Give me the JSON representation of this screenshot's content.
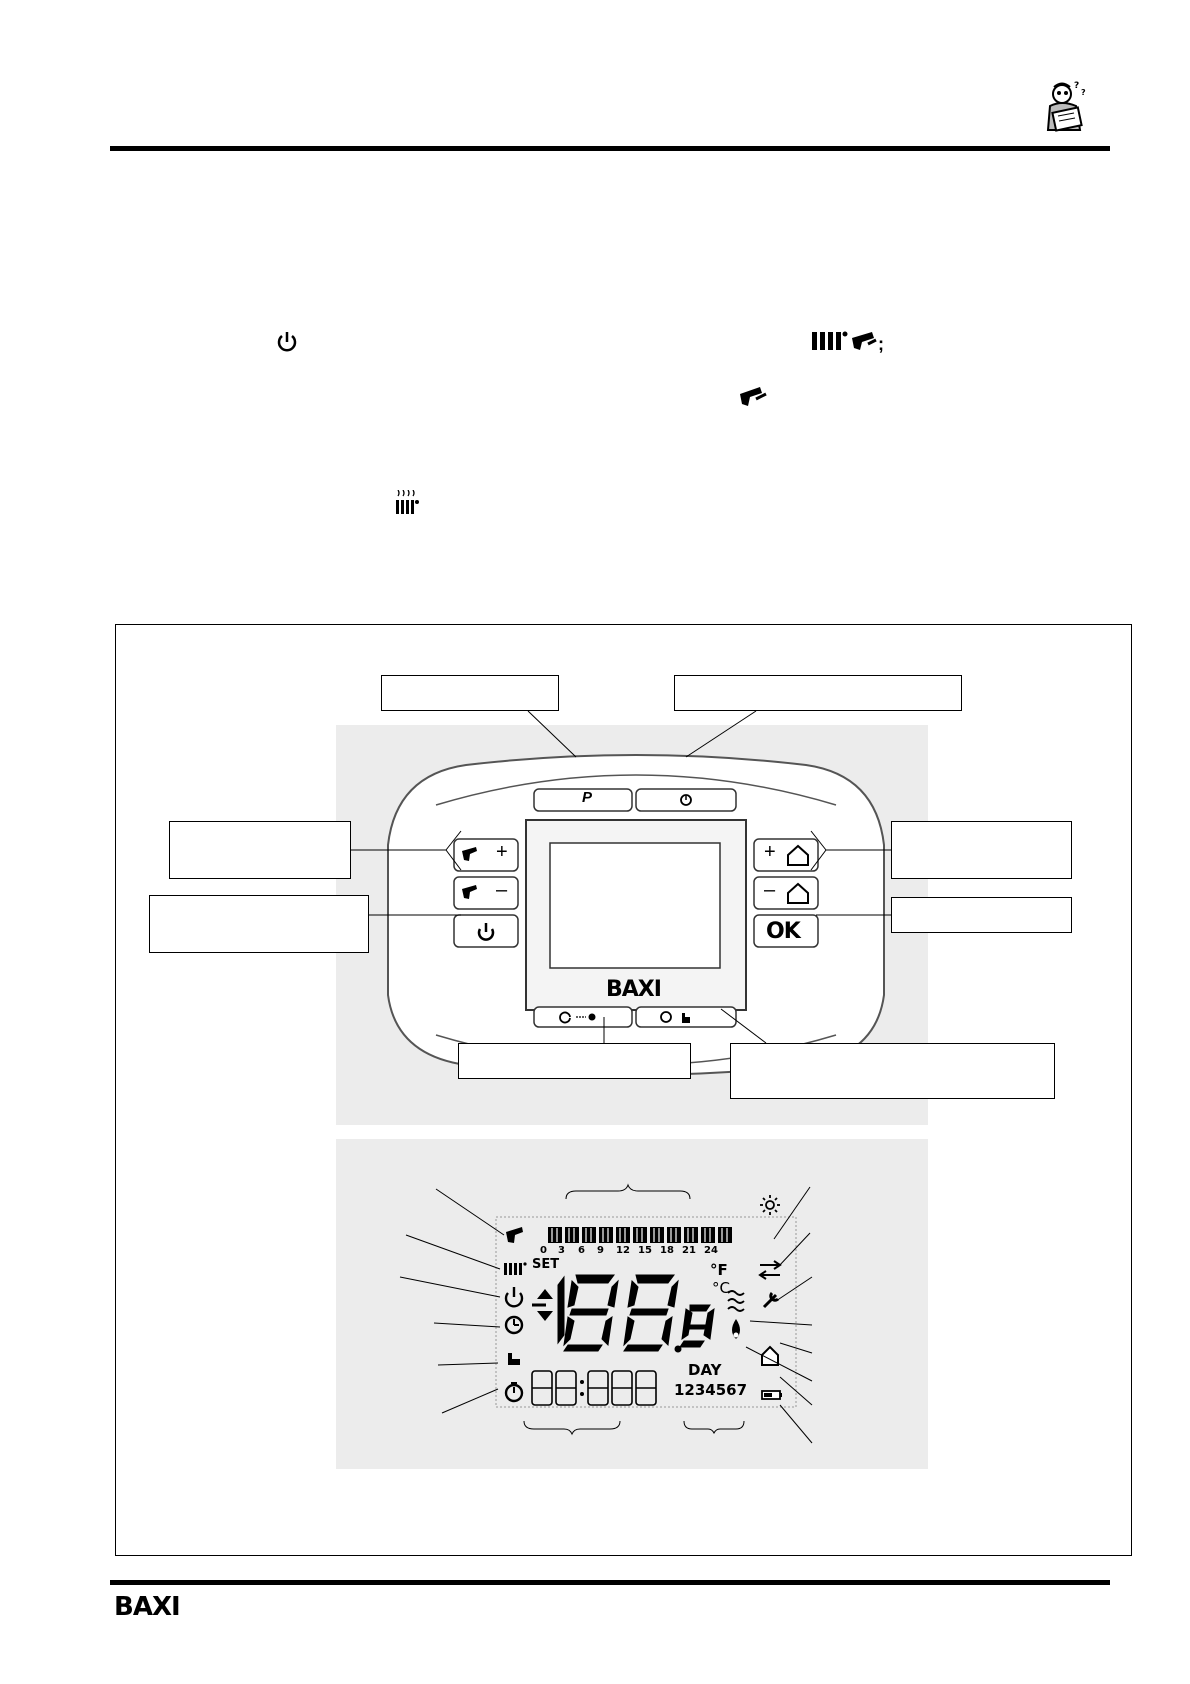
{
  "header": {
    "mascot_icon": "reading-man-mascot-icon"
  },
  "body_icons": {
    "standby_icon": "power-icon",
    "heating_dhw_icon": "radiator-and-tap-icon",
    "dhw_icon": "tap-icon",
    "heating_icon": "radiator-icon",
    "semicolon": ";"
  },
  "figure": {
    "panel": {
      "brand": "BAXI",
      "buttons": {
        "info_p": "P",
        "ok": "OK",
        "plus": "+",
        "minus": "–"
      }
    },
    "lcd": {
      "set": "SET",
      "hour_scale": [
        "0",
        "3",
        "6",
        "9",
        "12",
        "15",
        "18",
        "21",
        "24"
      ],
      "main_digits": "188.8",
      "unit_f": "°F",
      "unit_c": "°C",
      "day_label": "DAY",
      "day_numbers": "1234567",
      "bottom_digits": "88:888"
    }
  },
  "footer": {
    "brand": "BAXI"
  },
  "colors": {
    "ink": "#000000",
    "panel_shade": "#ececec",
    "panel_outline": "#555555"
  }
}
